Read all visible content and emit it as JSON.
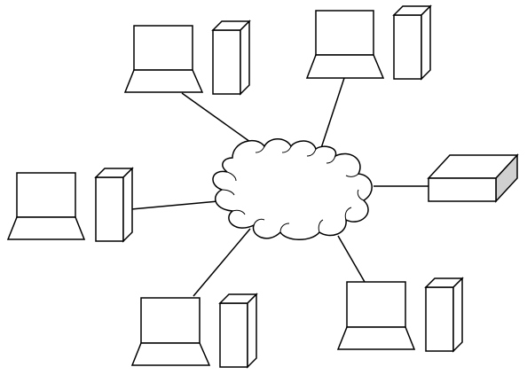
{
  "diagram": {
    "type": "network-topology",
    "background": "#ffffff",
    "stroke": "#000000",
    "hub": {
      "kind": "cloud",
      "fill": "#ffffff"
    },
    "nodes": [
      {
        "id": "workstation-top-left",
        "devices": [
          "laptop",
          "tower"
        ]
      },
      {
        "id": "workstation-top-right",
        "devices": [
          "laptop",
          "tower"
        ]
      },
      {
        "id": "workstation-left",
        "devices": [
          "laptop",
          "tower"
        ]
      },
      {
        "id": "workstation-bottom-left",
        "devices": [
          "laptop",
          "tower"
        ]
      },
      {
        "id": "workstation-bottom-right",
        "devices": [
          "laptop",
          "tower"
        ]
      },
      {
        "id": "network-box-right",
        "devices": [
          "flat-box"
        ],
        "side_shade": "#d0d0d0"
      }
    ],
    "links": [
      {
        "from": "cloud",
        "to": "workstation-top-left"
      },
      {
        "from": "cloud",
        "to": "workstation-top-right"
      },
      {
        "from": "cloud",
        "to": "workstation-left"
      },
      {
        "from": "cloud",
        "to": "workstation-bottom-left"
      },
      {
        "from": "cloud",
        "to": "workstation-bottom-right"
      },
      {
        "from": "cloud",
        "to": "network-box-right"
      }
    ]
  }
}
